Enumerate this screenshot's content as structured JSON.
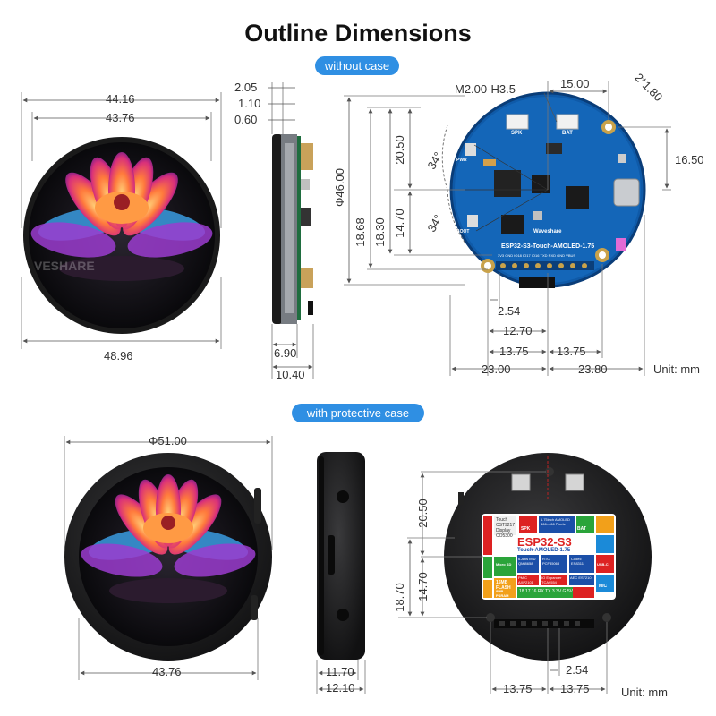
{
  "title": "Outline Dimensions",
  "section1": {
    "label": "without case"
  },
  "section2": {
    "label": "with protective case"
  },
  "unit_label": "Unit: mm",
  "front1": {
    "top_outer": "44.16",
    "top_inner": "43.76",
    "bottom": "48.96",
    "watermark": "VESHARE"
  },
  "side1": {
    "t1": "2.05",
    "t2": "1.10",
    "t3": "0.60",
    "b1": "6.90",
    "b2": "10.40"
  },
  "back1": {
    "hole": "M2.00-H3.5",
    "top_right": "15.00",
    "corner": "2*1.80",
    "right_v": "16.50",
    "left_v1": "20.50",
    "diameter": "Φ46.00",
    "left_v2": "18.68",
    "left_v3": "18.30",
    "left_v4": "14.70",
    "angle_top": "34°",
    "angle_bottom": "34°",
    "b1": "2.54",
    "b2": "12.70",
    "b3": "13.75",
    "b4": "13.75",
    "b5": "23.00",
    "b6": "23.80",
    "board_title": "ESP32-S3-Touch-AMOLED-1.75",
    "board_brand": "Waveshare",
    "spk": "SPK",
    "bat": "BAT",
    "pwr": "PWR",
    "boot": "BOOT",
    "pins": "3V3  GND  IO18  IO17  IO16  TXD  RXD  GND  VBUS"
  },
  "front2": {
    "top": "Φ51.00",
    "bottom": "43.76"
  },
  "side2": {
    "b1": "11.70",
    "b2": "12.10"
  },
  "back2": {
    "left_v1": "20.50",
    "left_v2": "14.70",
    "left_v3": "18.70",
    "b1": "2.54",
    "b2": "13.75",
    "b3": "13.75",
    "label": {
      "touch": "Touch CST9217",
      "display": "Display CO5300",
      "spk": "SPK",
      "amoled": "1.75inch AMOLED 466×466 Pixels",
      "bat": "BAT",
      "main": "ESP32-S3",
      "sub": "Touch-AMOLED-1.75",
      "micro_sd": "Micro SD",
      "imu": "6-Axis IMU QMI8658",
      "rtc": "RTC PCF85063",
      "codec": "Codec ES8311",
      "usbc": "USB-C",
      "flash": "16MB FLASH",
      "pmic": "PMIC AXP2101",
      "io_exp": "IO Expander TCA9554",
      "aec": "AEC ES7210",
      "mic": "MIC",
      "psram": "8MB PSRAM",
      "pins": "18  17  16  RX  TX  3.3V  G  5V"
    }
  }
}
